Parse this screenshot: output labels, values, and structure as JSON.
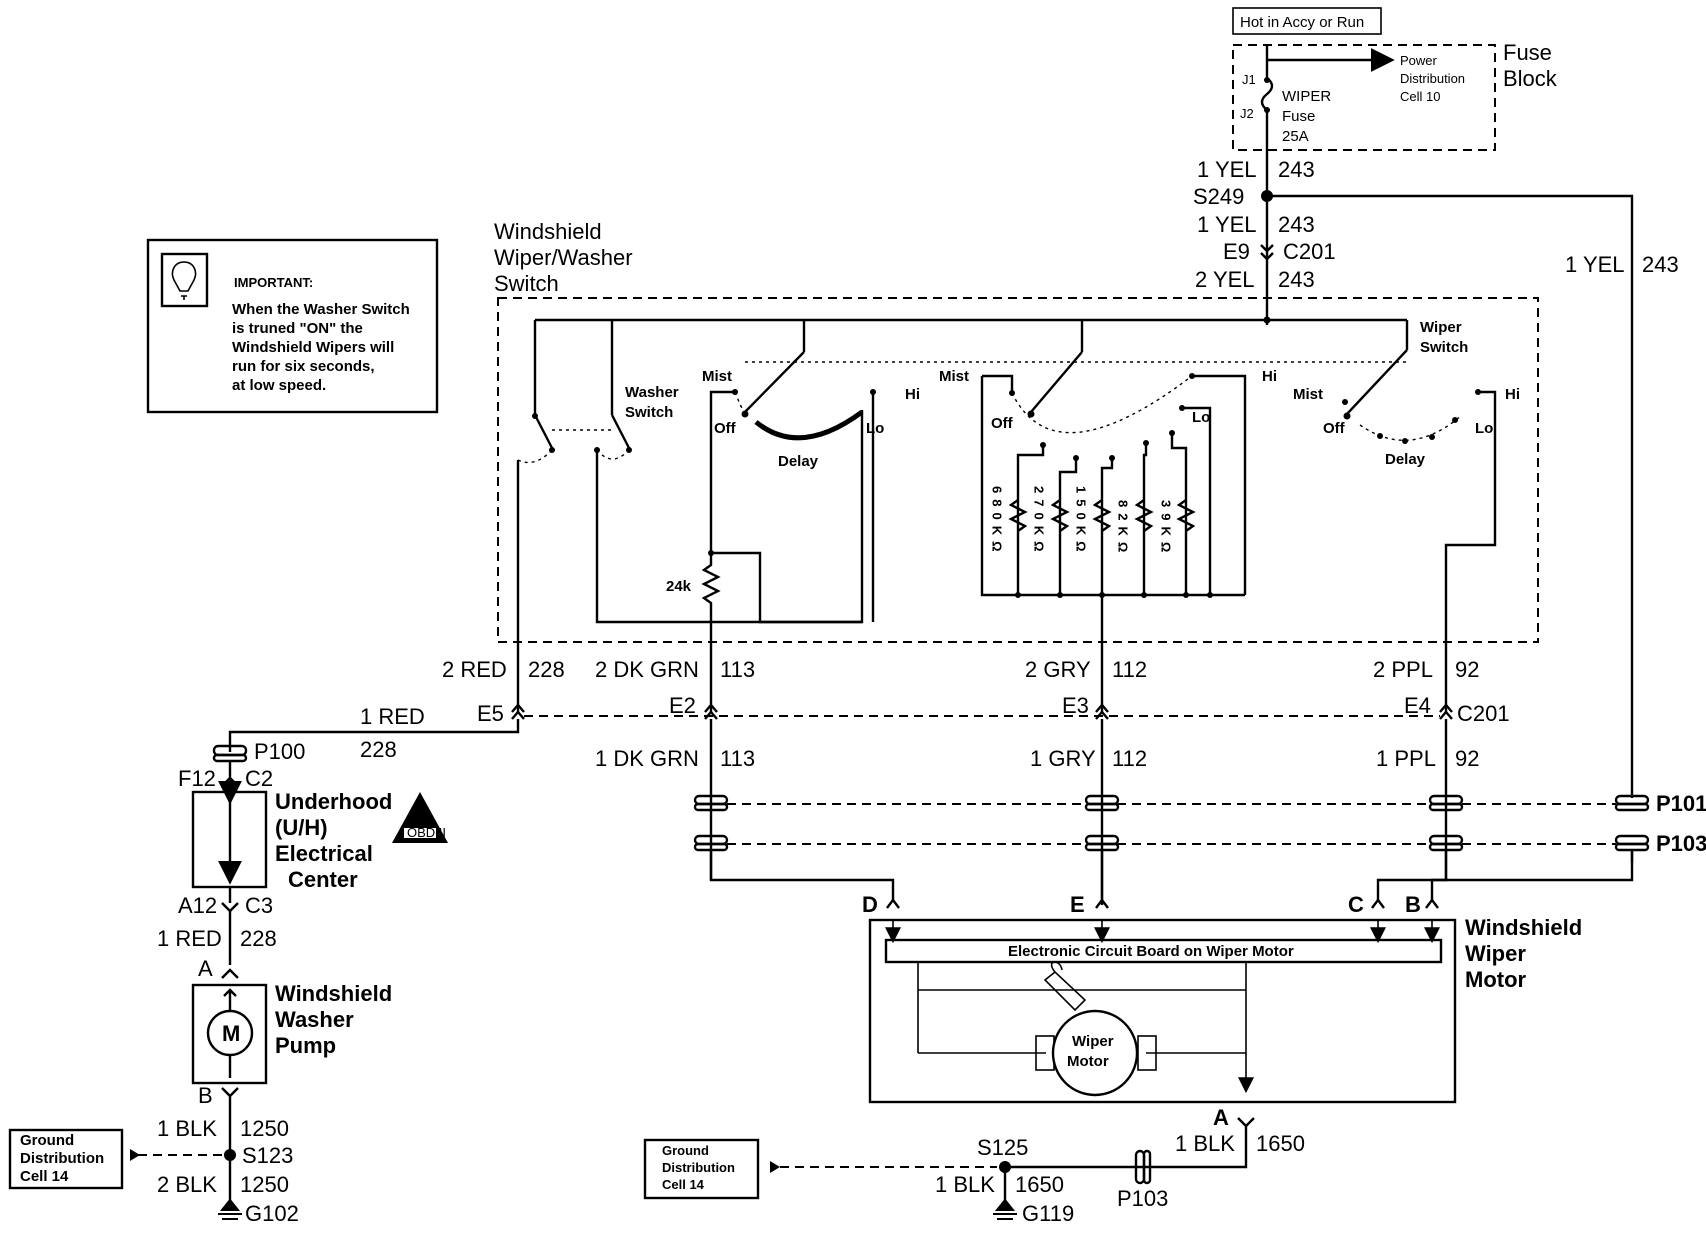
{
  "power": {
    "hot_label": "Hot in Accy or Run",
    "fuse_block": "Fuse Block",
    "pdc_line1": "Power",
    "pdc_line2": "Distribution",
    "pdc_line3": "Cell 10",
    "j1": "J1",
    "j2": "J2",
    "fuse_line1": "WIPER",
    "fuse_line2": "Fuse",
    "fuse_line3": "25A"
  },
  "circuit_243": {
    "top_color": "1 YEL",
    "top_num": "243",
    "splice": "S249",
    "mid_color": "1 YEL",
    "mid_num": "243",
    "conn_pin": "E9",
    "conn_name": "C201",
    "low_color": "2 YEL",
    "low_num": "243",
    "right_color": "1 YEL",
    "right_num": "243"
  },
  "switch": {
    "title_line1": "Windshield",
    "title_line2": "Wiper/Washer",
    "title_line3": "Switch",
    "washer_line1": "Washer",
    "washer_line2": "Switch",
    "wiper_line1": "Wiper",
    "wiper_line2": "Switch",
    "mist": "Mist",
    "off": "Off",
    "hi": "Hi",
    "lo": "Lo",
    "delay": "Delay",
    "resistor_24k": "24k",
    "resistors": [
      {
        "text": "680KΩ"
      },
      {
        "text": "270KΩ"
      },
      {
        "text": "150KΩ"
      },
      {
        "text": "82KΩ"
      },
      {
        "text": "39KΩ"
      }
    ]
  },
  "note": {
    "title": "IMPORTANT:",
    "line1": "When the Washer Switch",
    "line2": "is truned \"ON\" the",
    "line3": "Windshield Wipers will",
    "line4": "run for six seconds,",
    "line5": "at low speed.",
    "symbol_text": "OBD II"
  },
  "wires": {
    "red_upper_color": "2 RED",
    "red_upper_num": "228",
    "red_lower_color": "1 RED",
    "red_lower_num": "228",
    "dkgrn_upper_color": "2 DK GRN",
    "dkgrn_upper_num": "113",
    "dkgrn_lower_color": "1 DK GRN",
    "dkgrn_lower_num": "113",
    "gry_upper_color": "2 GRY",
    "gry_upper_num": "112",
    "gry_lower_color": "1 GRY",
    "gry_lower_num": "112",
    "ppl_upper_color": "2 PPL",
    "ppl_upper_num": "92",
    "ppl_lower_color": "1 PPL",
    "ppl_lower_num": "92",
    "pump_color": "1 RED",
    "pump_num": "228",
    "blk1_color": "1 BLK",
    "blk1_num": "1250",
    "blk2_color": "2 BLK",
    "blk2_num": "1250",
    "motor_blk_color": "1 BLK",
    "motor_blk_num": "1650",
    "g119_color": "1 BLK",
    "g119_num": "1650"
  },
  "connectors": {
    "e5": "E5",
    "e2": "E2",
    "e3": "E3",
    "e4": "E4",
    "c201": "C201",
    "p100": "P100",
    "p101": "P101",
    "p103": "P103",
    "p103_bottom": "P103",
    "f12": "F12",
    "c2": "C2",
    "a12": "A12",
    "c3": "C3",
    "pump_a": "A",
    "pump_b": "B",
    "motor_d": "D",
    "motor_e": "E",
    "motor_c": "C",
    "motor_b": "B",
    "motor_a": "A"
  },
  "components": {
    "uh_line1": "Underhood",
    "uh_line2": "(U/H)",
    "uh_line3": "Electrical",
    "uh_line4": "Center",
    "pump_line1": "Windshield",
    "pump_line2": "Washer",
    "pump_line3": "Pump",
    "pump_symbol": "M",
    "motor_line1": "Windshield",
    "motor_line2": "Wiper",
    "motor_line3": "Motor",
    "board_label": "Electronic Circuit Board on Wiper Motor",
    "inner_motor_line1": "Wiper",
    "inner_motor_line2": "Motor"
  },
  "grounds": {
    "left_gd_line1": "Ground",
    "left_gd_line2": "Distribution",
    "left_gd_line3": "Cell 14",
    "right_gd_line1": "Ground",
    "right_gd_line2": "Distribution",
    "right_gd_line3": "Cell 14",
    "s123": "S123",
    "g102": "G102",
    "s125": "S125",
    "g119": "G119"
  }
}
